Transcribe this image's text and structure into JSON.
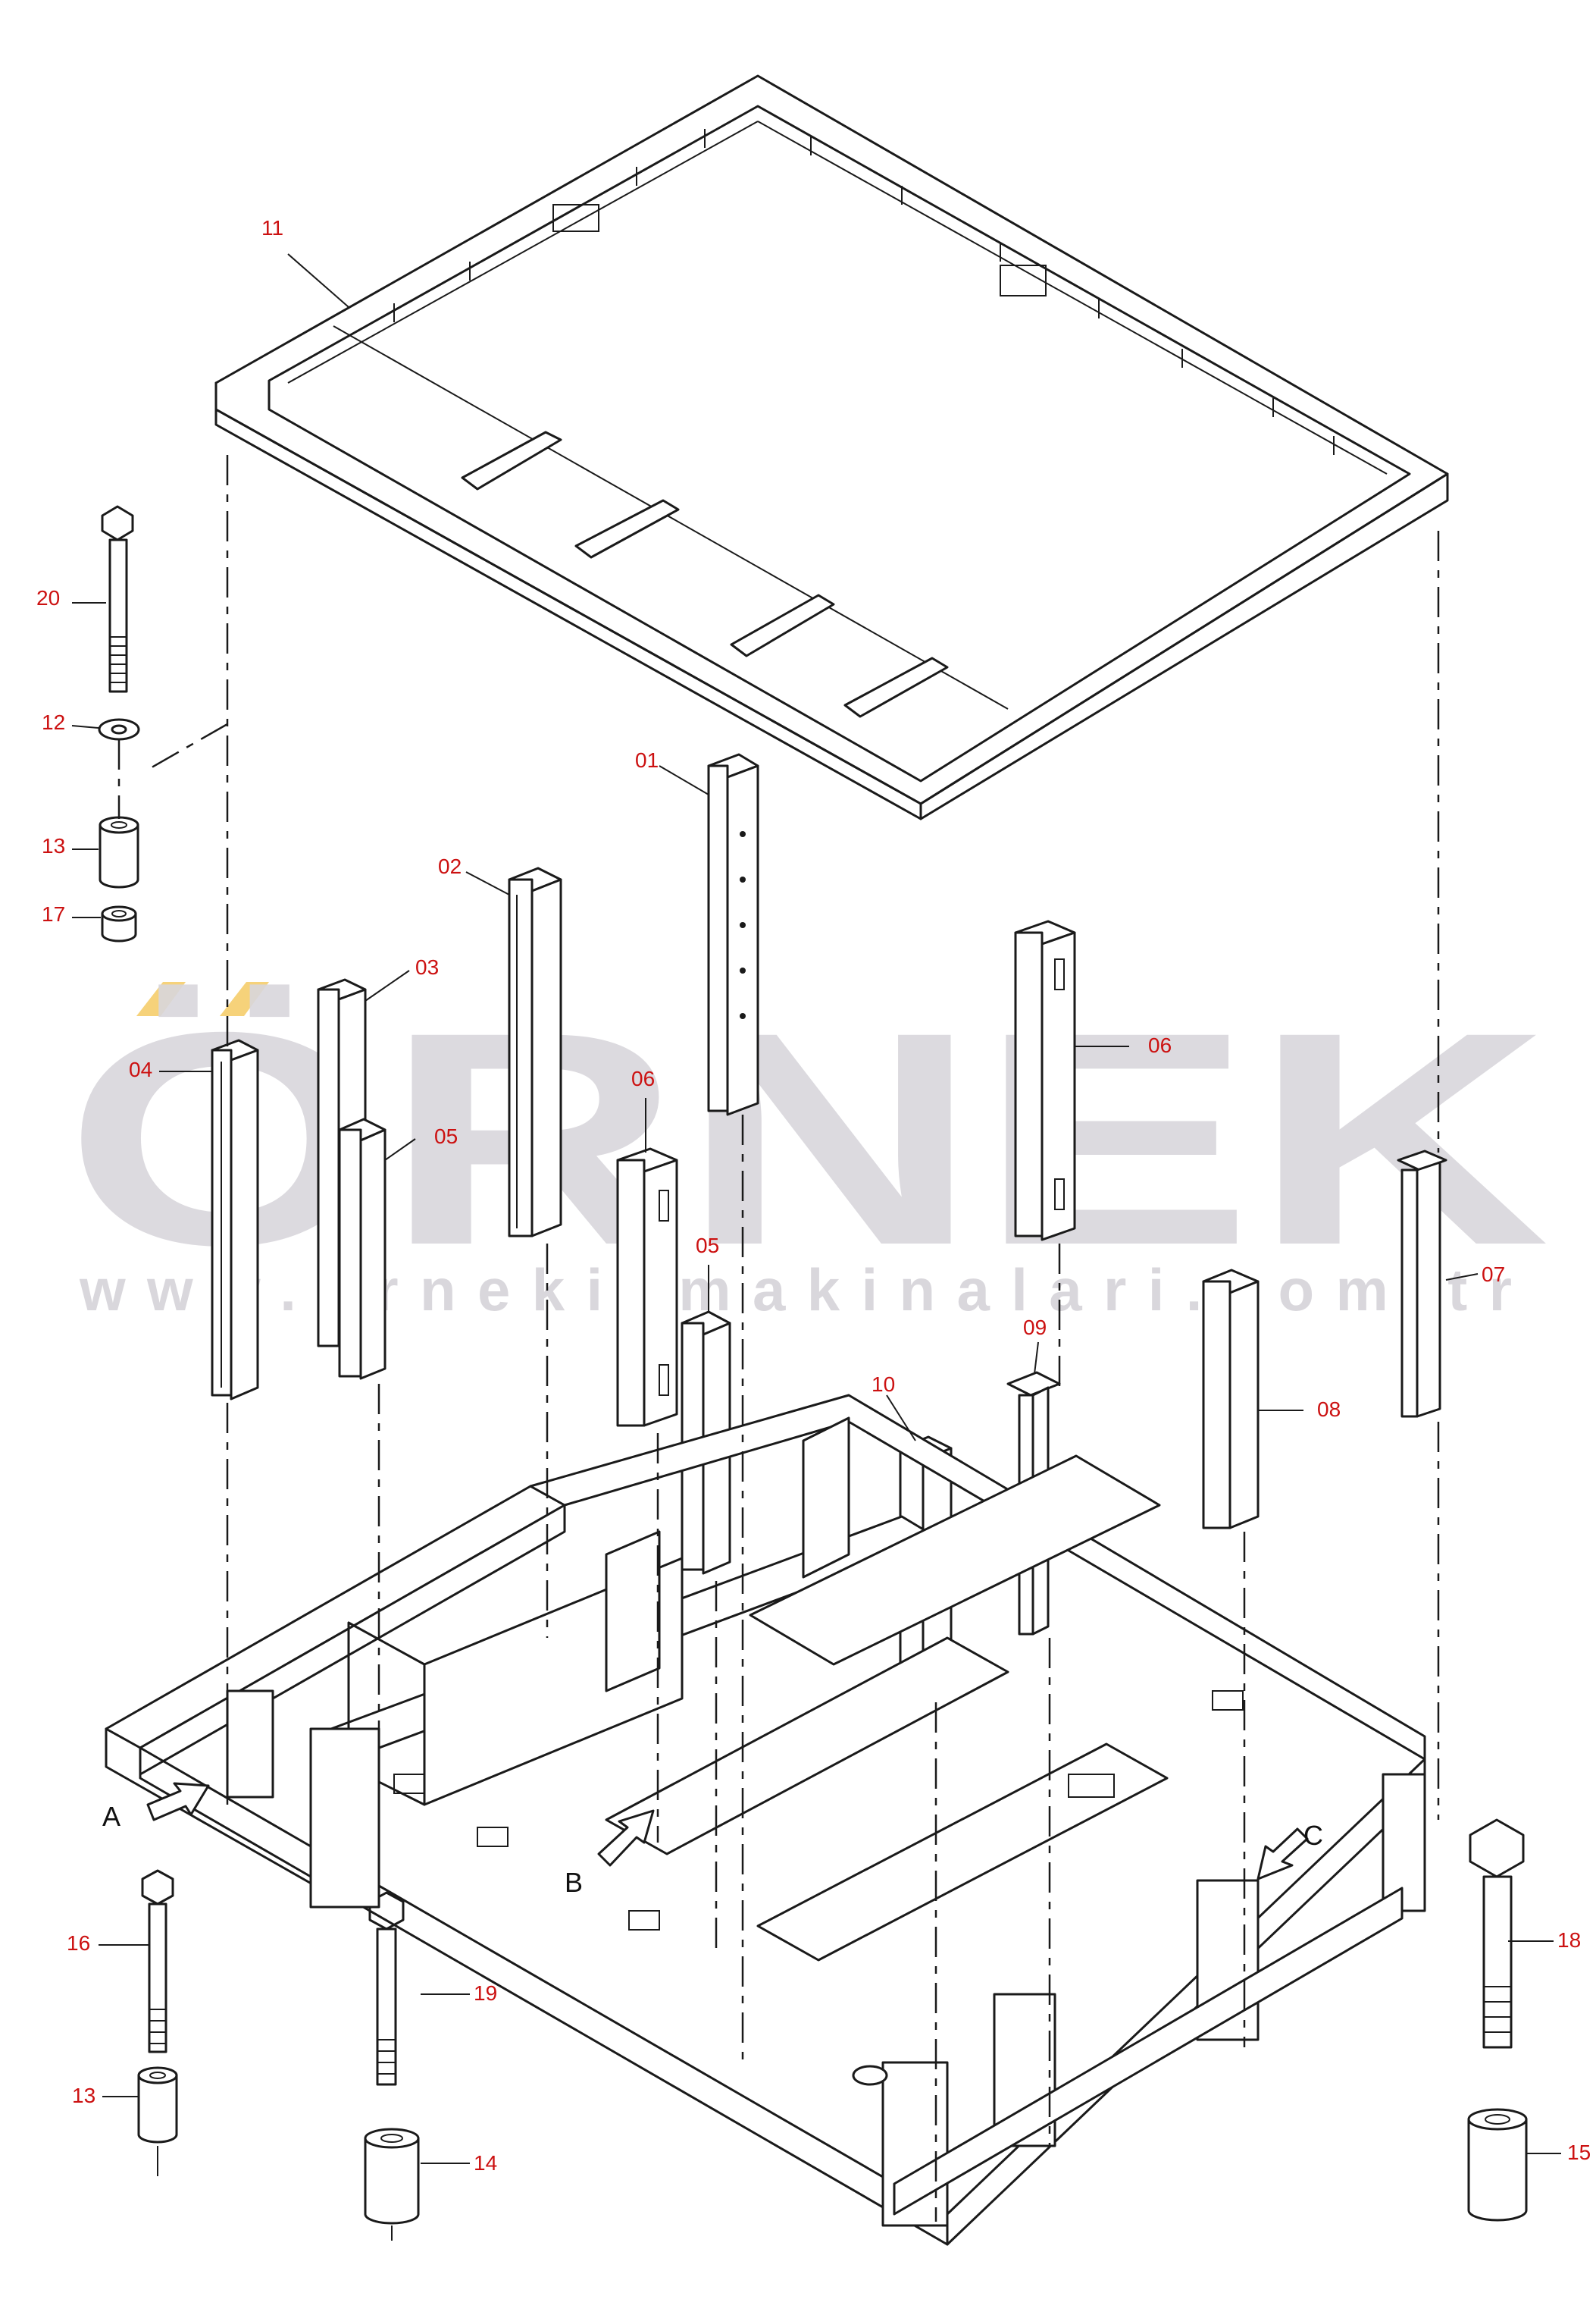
{
  "watermark": {
    "brand": "ÖRNEK",
    "url": "www.ornekismakinalari.com.tr",
    "brand_color": "#d9d7dc",
    "accent_color": "#f6d27a"
  },
  "labels": {
    "p01": "01",
    "p02": "02",
    "p03": "03",
    "p04": "04",
    "p05a": "05",
    "p05b": "05",
    "p06a": "06",
    "p06b": "06",
    "p07": "07",
    "p08": "08",
    "p09": "09",
    "p10": "10",
    "p11": "11",
    "p12": "12",
    "p13a": "13",
    "p13b": "13",
    "p14": "14",
    "p15": "15",
    "p16": "16",
    "p17": "17",
    "p18": "18",
    "p19": "19",
    "p20": "20"
  },
  "views": {
    "a": "A",
    "b": "B",
    "c": "C"
  },
  "colors": {
    "label": "#cc1111",
    "line": "#1a1a1a"
  }
}
